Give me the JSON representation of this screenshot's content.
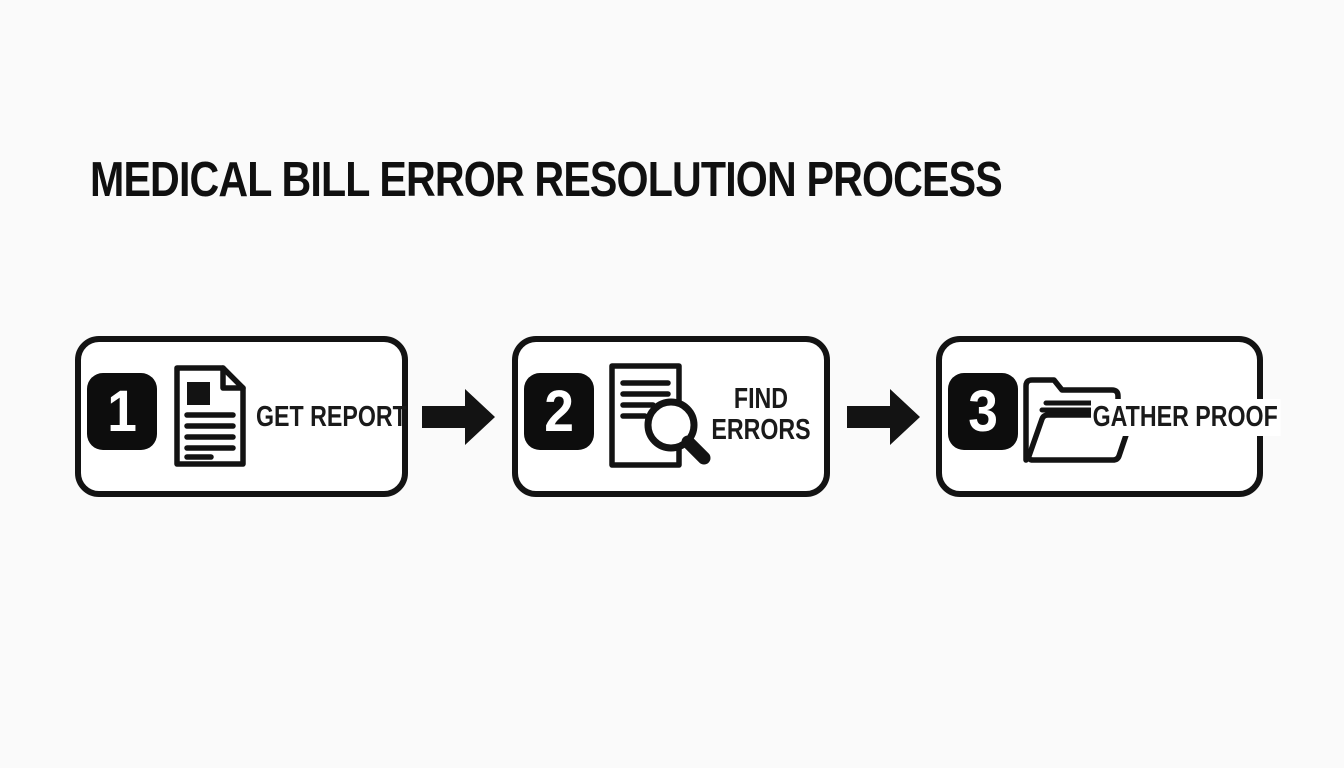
{
  "page": {
    "title": "MEDICAL BILL ERROR RESOLUTION PROCESS",
    "background_color": "#fafafa",
    "box_background_color": "#ffffff",
    "ink_color": "#131313",
    "badge_background_color": "#0d0d0d",
    "badge_text_color": "#ffffff"
  },
  "steps": [
    {
      "number": "1",
      "label": "GET REPORT",
      "icon": "document-report-icon"
    },
    {
      "number": "2",
      "label": "FIND ERRORS",
      "label_lines": [
        "FIND",
        "ERRORS"
      ],
      "icon": "document-magnifier-icon"
    },
    {
      "number": "3",
      "label": "GATHER PROOF",
      "icon": "open-folder-icon"
    }
  ],
  "connectors": [
    {
      "icon": "arrow-right-icon"
    },
    {
      "icon": "arrow-right-icon"
    }
  ]
}
